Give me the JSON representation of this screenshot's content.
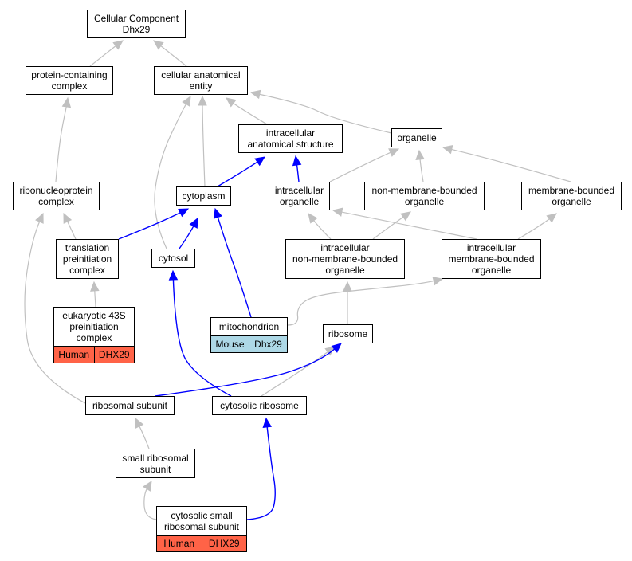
{
  "nodes": {
    "cellular_component": {
      "lines": [
        "Cellular Component",
        "Dhx29"
      ]
    },
    "protein_containing_complex": {
      "lines": [
        "protein-containing",
        "complex"
      ]
    },
    "cellular_anatomical_entity": {
      "lines": [
        "cellular anatomical",
        "entity"
      ]
    },
    "intracellular_anatomical_structure": {
      "lines": [
        "intracellular",
        "anatomical structure"
      ]
    },
    "organelle": {
      "lines": [
        "organelle"
      ]
    },
    "ribonucleoprotein_complex": {
      "lines": [
        "ribonucleoprotein",
        "complex"
      ]
    },
    "cytoplasm": {
      "lines": [
        "cytoplasm"
      ]
    },
    "intracellular_organelle": {
      "lines": [
        "intracellular",
        "organelle"
      ]
    },
    "non_membrane_bounded_organelle": {
      "lines": [
        "non-membrane-bounded",
        "organelle"
      ]
    },
    "membrane_bounded_organelle": {
      "lines": [
        "membrane-bounded",
        "organelle"
      ]
    },
    "translation_preinitiation_complex": {
      "lines": [
        "translation",
        "preinitiation",
        "complex"
      ]
    },
    "cytosol": {
      "lines": [
        "cytosol"
      ]
    },
    "intracellular_non_membrane_bounded_organelle": {
      "lines": [
        "intracellular",
        "non-membrane-bounded",
        "organelle"
      ]
    },
    "intracellular_membrane_bounded_organelle": {
      "lines": [
        "intracellular",
        "membrane-bounded",
        "organelle"
      ]
    },
    "eukaryotic_43s_preinitiation_complex": {
      "lines": [
        "eukaryotic 43S",
        "preinitiation",
        "complex"
      ],
      "tags": [
        "Human",
        "DHX29"
      ],
      "tag_color": "#ff6347"
    },
    "mitochondrion": {
      "lines": [
        "mitochondrion"
      ],
      "tags": [
        "Mouse",
        "Dhx29"
      ],
      "tag_color": "#add8e6"
    },
    "ribosome": {
      "lines": [
        "ribosome"
      ]
    },
    "ribosomal_subunit": {
      "lines": [
        "ribosomal subunit"
      ]
    },
    "cytosolic_ribosome": {
      "lines": [
        "cytosolic ribosome"
      ]
    },
    "small_ribosomal_subunit": {
      "lines": [
        "small ribosomal",
        "subunit"
      ]
    },
    "cytosolic_small_ribosomal_subunit": {
      "lines": [
        "cytosolic small",
        "ribosomal subunit"
      ],
      "tags": [
        "Human",
        "DHX29"
      ],
      "tag_color": "#ff6347"
    }
  },
  "edges": [
    {
      "from": "protein_containing_complex",
      "to": "cellular_component",
      "relation": "is_a"
    },
    {
      "from": "cellular_anatomical_entity",
      "to": "cellular_component",
      "relation": "is_a"
    },
    {
      "from": "intracellular_anatomical_structure",
      "to": "cellular_anatomical_entity",
      "relation": "is_a"
    },
    {
      "from": "organelle",
      "to": "cellular_anatomical_entity",
      "relation": "is_a"
    },
    {
      "from": "ribonucleoprotein_complex",
      "to": "protein_containing_complex",
      "relation": "is_a"
    },
    {
      "from": "cytoplasm",
      "to": "cellular_anatomical_entity",
      "relation": "is_a"
    },
    {
      "from": "cytosol",
      "to": "cellular_anatomical_entity",
      "relation": "is_a"
    },
    {
      "from": "cytoplasm",
      "to": "intracellular_anatomical_structure",
      "relation": "part_of"
    },
    {
      "from": "intracellular_organelle",
      "to": "intracellular_anatomical_structure",
      "relation": "part_of"
    },
    {
      "from": "intracellular_organelle",
      "to": "organelle",
      "relation": "is_a"
    },
    {
      "from": "non_membrane_bounded_organelle",
      "to": "organelle",
      "relation": "is_a"
    },
    {
      "from": "membrane_bounded_organelle",
      "to": "organelle",
      "relation": "is_a"
    },
    {
      "from": "translation_preinitiation_complex",
      "to": "ribonucleoprotein_complex",
      "relation": "is_a"
    },
    {
      "from": "translation_preinitiation_complex",
      "to": "cytoplasm",
      "relation": "part_of"
    },
    {
      "from": "cytosol",
      "to": "cytoplasm",
      "relation": "part_of"
    },
    {
      "from": "mitochondrion",
      "to": "cytoplasm",
      "relation": "part_of"
    },
    {
      "from": "intracellular_non_membrane_bounded_organelle",
      "to": "intracellular_organelle",
      "relation": "is_a"
    },
    {
      "from": "intracellular_non_membrane_bounded_organelle",
      "to": "non_membrane_bounded_organelle",
      "relation": "is_a"
    },
    {
      "from": "intracellular_membrane_bounded_organelle",
      "to": "intracellular_organelle",
      "relation": "is_a"
    },
    {
      "from": "intracellular_membrane_bounded_organelle",
      "to": "membrane_bounded_organelle",
      "relation": "is_a"
    },
    {
      "from": "eukaryotic_43s_preinitiation_complex",
      "to": "translation_preinitiation_complex",
      "relation": "is_a"
    },
    {
      "from": "mitochondrion",
      "to": "intracellular_membrane_bounded_organelle",
      "relation": "is_a"
    },
    {
      "from": "ribosome",
      "to": "intracellular_non_membrane_bounded_organelle",
      "relation": "is_a"
    },
    {
      "from": "ribosomal_subunit",
      "to": "ribonucleoprotein_complex",
      "relation": "is_a"
    },
    {
      "from": "ribosomal_subunit",
      "to": "ribosome",
      "relation": "part_of"
    },
    {
      "from": "cytosolic_ribosome",
      "to": "ribosome",
      "relation": "is_a"
    },
    {
      "from": "cytosolic_ribosome",
      "to": "cytosol",
      "relation": "part_of"
    },
    {
      "from": "small_ribosomal_subunit",
      "to": "ribosomal_subunit",
      "relation": "is_a"
    },
    {
      "from": "cytosolic_small_ribosomal_subunit",
      "to": "small_ribosomal_subunit",
      "relation": "is_a"
    },
    {
      "from": "cytosolic_small_ribosomal_subunit",
      "to": "cytosolic_ribosome",
      "relation": "part_of"
    }
  ],
  "colors": {
    "is_a": "#c0c0c0",
    "part_of": "#0000ff",
    "node_border": "#000000",
    "node_fill": "#ffffff",
    "human_tag": "#ff6347",
    "mouse_tag": "#add8e6"
  }
}
